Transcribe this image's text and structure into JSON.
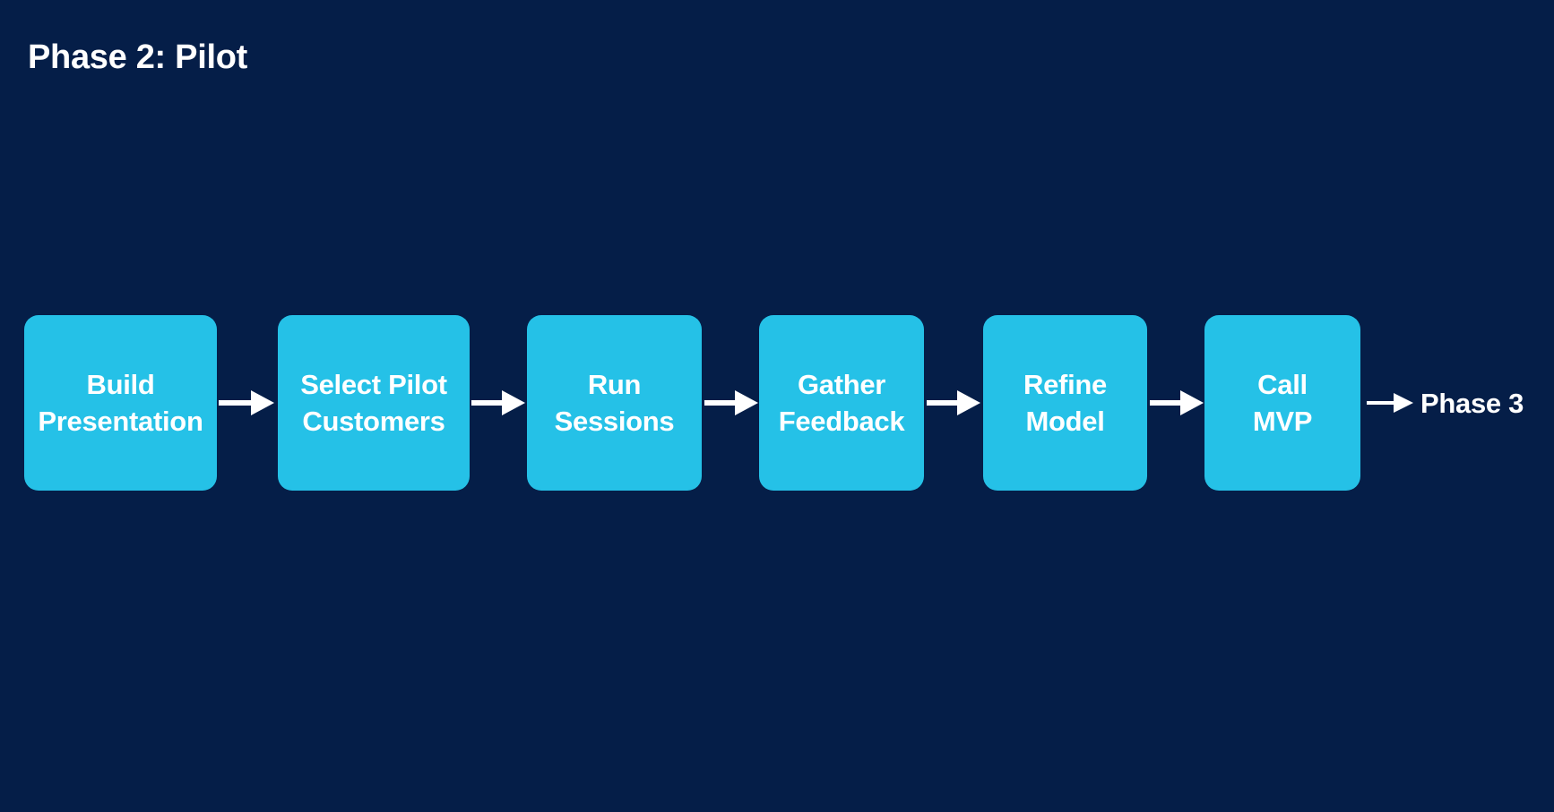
{
  "title": "Phase 2: Pilot",
  "steps": [
    {
      "line1": "Build",
      "line2": "Presentation"
    },
    {
      "line1": "Select Pilot",
      "line2": "Customers"
    },
    {
      "line1": "Run",
      "line2": "Sessions"
    },
    {
      "line1": "Gather",
      "line2": "Feedback"
    },
    {
      "line1": "Refine",
      "line2": "Model"
    },
    {
      "line1": "Call",
      "line2": "MVP"
    }
  ],
  "next_phase": "Phase 3",
  "colors": {
    "background": "#051e48",
    "step_fill": "#25c1e7",
    "text": "#ffffff",
    "arrow": "#ffffff"
  },
  "icons": {
    "connector": "arrow-right-icon"
  }
}
